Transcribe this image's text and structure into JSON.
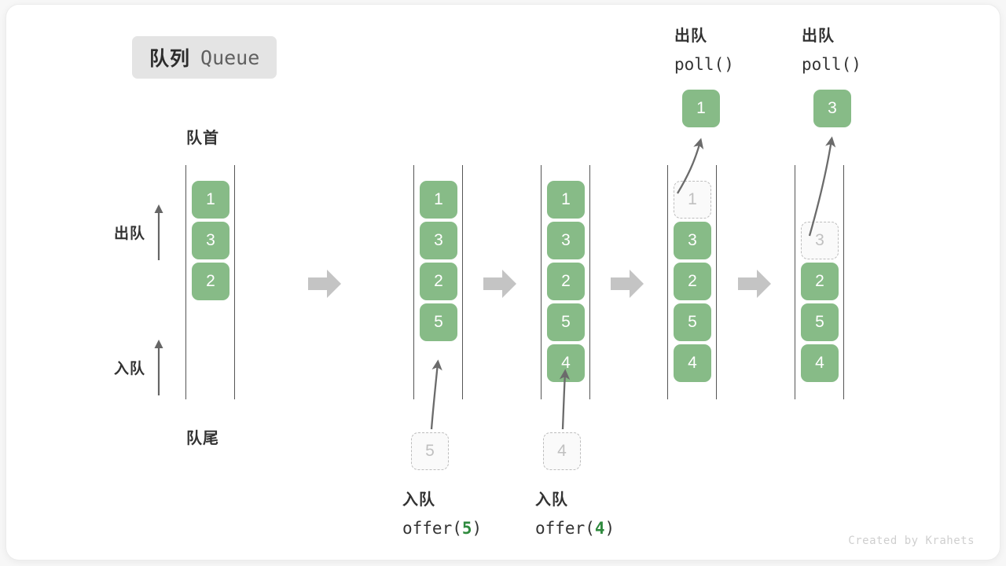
{
  "title": {
    "cn": "队列",
    "en": "Queue"
  },
  "captions": {
    "head": "队首",
    "tail": "队尾"
  },
  "side_ops": [
    {
      "name": "dequeue",
      "label": "出队"
    },
    {
      "name": "enqueue",
      "label": "入队"
    }
  ],
  "watermark": "Created by Krahets",
  "colors": {
    "cell_fill": "#87bb87",
    "cell_text": "#ffffff",
    "ghost_border": "#bdbdbd",
    "ghost_text": "#c0c0c0",
    "rail": "#555555",
    "step_arrow": "#c4c4c4",
    "accent_arg": "#2f8a3e",
    "badge_bg": "#e4e4e4"
  },
  "columns": [
    {
      "name": "initial",
      "cells": [
        {
          "value": "1",
          "state": "filled"
        },
        {
          "value": "3",
          "state": "filled"
        },
        {
          "value": "2",
          "state": "filled"
        }
      ],
      "caption": null,
      "drop": null,
      "output": null
    },
    {
      "name": "after-offer-5",
      "cells": [
        {
          "value": "1",
          "state": "filled"
        },
        {
          "value": "3",
          "state": "filled"
        },
        {
          "value": "2",
          "state": "filled"
        },
        {
          "value": "5",
          "state": "filled"
        }
      ],
      "caption": {
        "cn": "入队",
        "fn": "offer(",
        "arg": "5",
        "fn_end": ")"
      },
      "drop": {
        "value": "5"
      },
      "output": null
    },
    {
      "name": "after-offer-4",
      "cells": [
        {
          "value": "1",
          "state": "filled"
        },
        {
          "value": "3",
          "state": "filled"
        },
        {
          "value": "2",
          "state": "filled"
        },
        {
          "value": "5",
          "state": "filled"
        },
        {
          "value": "4",
          "state": "filled"
        }
      ],
      "caption": {
        "cn": "入队",
        "fn": "offer(",
        "arg": "4",
        "fn_end": ")"
      },
      "drop": {
        "value": "4"
      },
      "output": null
    },
    {
      "name": "after-poll-1",
      "cells": [
        {
          "value": "1",
          "state": "ghost"
        },
        {
          "value": "3",
          "state": "filled"
        },
        {
          "value": "2",
          "state": "filled"
        },
        {
          "value": "5",
          "state": "filled"
        },
        {
          "value": "4",
          "state": "filled"
        }
      ],
      "caption": {
        "cn": "出队",
        "fn": "poll(",
        "arg": "",
        "fn_end": ")"
      },
      "drop": null,
      "output": {
        "value": "1"
      }
    },
    {
      "name": "after-poll-3",
      "cells": [
        {
          "value": "",
          "state": "blank"
        },
        {
          "value": "3",
          "state": "ghost"
        },
        {
          "value": "2",
          "state": "filled"
        },
        {
          "value": "5",
          "state": "filled"
        },
        {
          "value": "4",
          "state": "filled"
        }
      ],
      "caption": {
        "cn": "出队",
        "fn": "poll(",
        "arg": "",
        "fn_end": ")"
      },
      "drop": null,
      "output": {
        "value": "3"
      }
    }
  ]
}
